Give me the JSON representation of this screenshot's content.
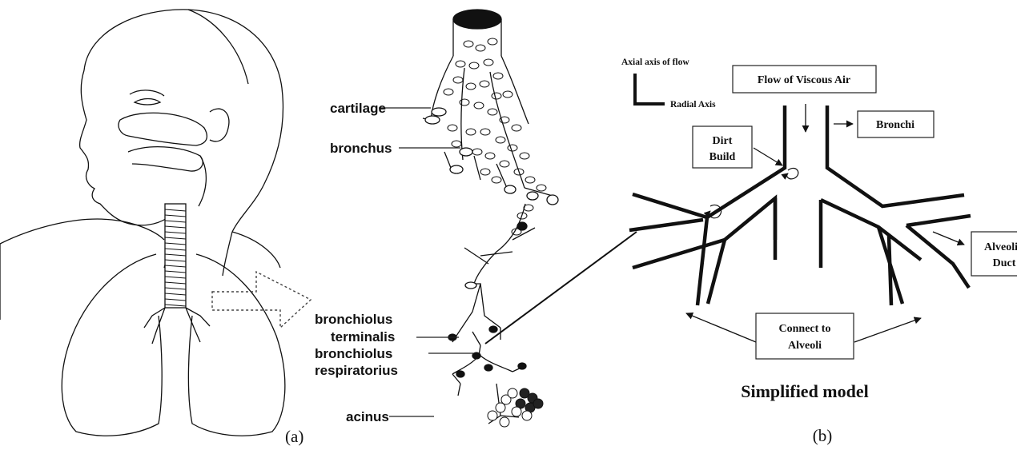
{
  "panel_a": {
    "labels": {
      "cartilage": "cartilage",
      "bronchus": "bronchus",
      "bronchiolus_terminalis_1": "bronchiolus",
      "bronchiolus_terminalis_2": "terminalis",
      "bronchiolus_respiratorius_1": "bronchiolus",
      "bronchiolus_respiratorius_2": "respiratorius",
      "acinus": "acinus"
    },
    "caption": "(a)"
  },
  "panel_b": {
    "axis": {
      "axial": "Axial axis of flow",
      "radial": "Radial Axis"
    },
    "boxes": {
      "flow": "Flow of Viscous Air",
      "bronchi": "Bronchi",
      "dirt_1": "Dirt",
      "dirt_2": "Build",
      "alveoli_duct_1": "Alveoli",
      "alveoli_duct_2": "Duct",
      "connect_1": "Connect to",
      "connect_2": "Alveoli"
    },
    "title": "Simplified model",
    "caption": "(b)"
  }
}
